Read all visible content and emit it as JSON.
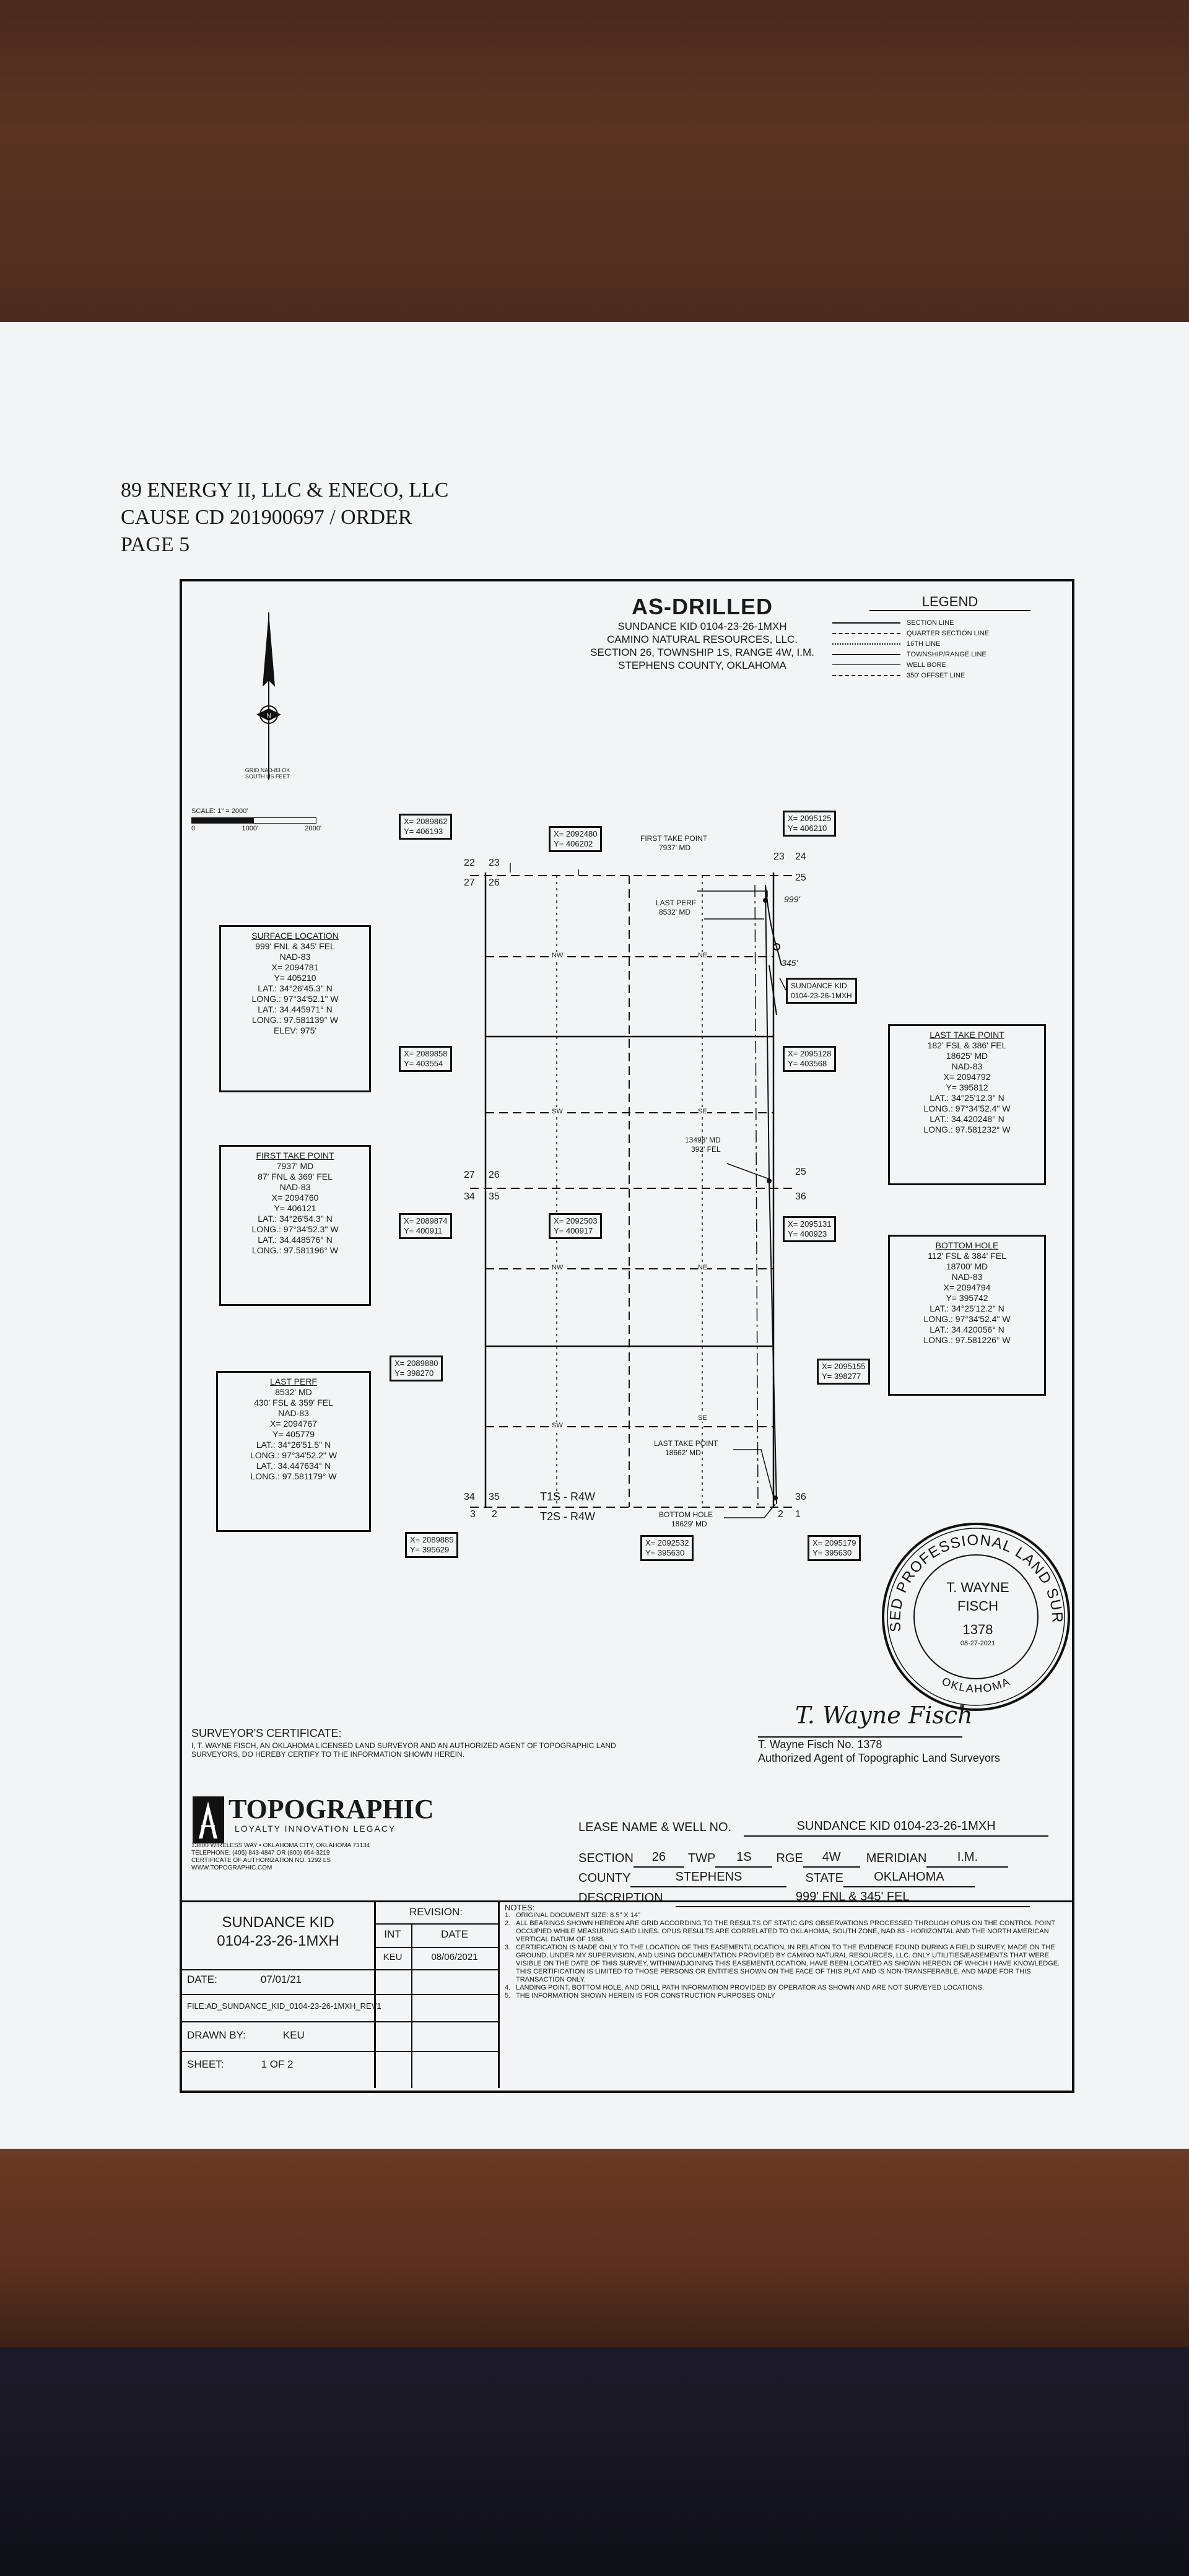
{
  "header": {
    "line1": "89 ENERGY II, LLC & ENECO, LLC",
    "line2": "CAUSE CD 201900697 / ORDER",
    "line3": "PAGE 5"
  },
  "title": {
    "main": "AS-DRILLED",
    "well": "SUNDANCE KID 0104-23-26-1MXH",
    "company": "CAMINO NATURAL RESOURCES, LLC.",
    "location": "SECTION 26, TOWNSHIP 1S, RANGE 4W, I.M.",
    "county": "STEPHENS COUNTY, OKLAHOMA"
  },
  "legend": {
    "title": "LEGEND",
    "items": [
      {
        "label": "SECTION LINE",
        "style": "solid"
      },
      {
        "label": "QUARTER SECTION LINE",
        "style": "dash"
      },
      {
        "label": "16TH LINE",
        "style": "dot"
      },
      {
        "label": "TOWNSHIP/RANGE LINE",
        "style": "solid"
      },
      {
        "label": "WELL BORE",
        "style": "thin"
      },
      {
        "label": "350' OFFSET LINE",
        "style": "dash"
      }
    ]
  },
  "north_arrow": {
    "note": "GRID NAD-83 OK SOUTH US FEET"
  },
  "scale": {
    "label": "SCALE: 1\" = 2000'",
    "ticks": [
      "0",
      "1000'",
      "2000'"
    ]
  },
  "surface_location": {
    "lines": [
      "SURFACE LOCATION",
      "999' FNL & 345' FEL",
      "NAD-83",
      "X= 2094781",
      "Y= 405210",
      "LAT.: 34°26'45.3\" N",
      "LONG.: 97°34'52.1\" W",
      "LAT.: 34.445971° N",
      "LONG.: 97.581139° W",
      "ELEV: 975'"
    ]
  },
  "first_take_point_box": {
    "lines": [
      "FIRST TAKE POINT",
      "7937' MD",
      "87' FNL & 369' FEL",
      "NAD-83",
      "X= 2094760",
      "Y= 406121",
      "LAT.: 34°26'54.3\" N",
      "LONG.: 97°34'52.3\" W",
      "LAT.: 34.448576° N",
      "LONG.: 97.581196° W"
    ]
  },
  "last_perf_box": {
    "lines": [
      "LAST PERF",
      "8532' MD",
      "430' FSL & 359' FEL",
      "NAD-83",
      "X= 2094767",
      "Y= 405779",
      "LAT.: 34°26'51.5\" N",
      "LONG.: 97°34'52.2\" W",
      "LAT.: 34.447634° N",
      "LONG.: 97.581179° W"
    ]
  },
  "last_take_point_box": {
    "lines": [
      "LAST TAKE POINT",
      "182' FSL & 386' FEL",
      "18625' MD",
      "NAD-83",
      "X= 2094792",
      "Y= 395812",
      "LAT.: 34°25'12.3\" N",
      "LONG.: 97°34'52.4\" W",
      "LAT.: 34.420248° N",
      "LONG.: 97.581232° W"
    ]
  },
  "bottom_hole_box": {
    "lines": [
      "BOTTOM HOLE",
      "112' FSL & 384' FEL",
      "18700' MD",
      "NAD-83",
      "X= 2094794",
      "Y= 395742",
      "LAT.: 34°25'12.2\" N",
      "LONG.: 97°34'52.4\" W",
      "LAT.: 34.420056° N",
      "LONG.: 97.581226° W"
    ]
  },
  "coords": [
    {
      "x": "X= 2089862",
      "y": "Y= 406193"
    },
    {
      "x": "X= 2092480",
      "y": "Y= 406202"
    },
    {
      "x": "X= 2095125",
      "y": "Y= 406210"
    },
    {
      "x": "X= 2089858",
      "y": "Y= 403554"
    },
    {
      "x": "X= 2095128",
      "y": "Y= 403568"
    },
    {
      "x": "X= 2089874",
      "y": "Y= 400911"
    },
    {
      "x": "X= 2092503",
      "y": "Y= 400917"
    },
    {
      "x": "X= 2095131",
      "y": "Y= 400923"
    },
    {
      "x": "X= 2089880",
      "y": "Y= 398270"
    },
    {
      "x": "X= 2095155",
      "y": "Y= 398277"
    },
    {
      "x": "X= 2089885",
      "y": "Y= 395629"
    },
    {
      "x": "X= 2092532",
      "y": "Y= 395630"
    },
    {
      "x": "X= 2095179",
      "y": "Y= 395630"
    }
  ],
  "map_labels": {
    "first_take": "FIRST TAKE POINT",
    "first_take_md": "7937' MD",
    "last_perf": "LAST PERF",
    "last_perf_md": "8532' MD",
    "offset_999": "999'",
    "offset_345": "345'",
    "well_tag1": "SUNDANCE KID",
    "well_tag2": "0104-23-26-1MXH",
    "dist1": "13498' MD",
    "dist2": "392' FEL",
    "last_take": "LAST TAKE POINT",
    "last_take_md": "18662' MD",
    "bottom_hole": "BOTTOM HOLE",
    "bottom_hole_md": "18629' MD",
    "nw": "NW",
    "ne": "NE",
    "sw": "SW",
    "se": "SE",
    "t1s": "T1S - R4W",
    "t2s": "T2S - R4W",
    "s22": "22",
    "s23a": "23",
    "s23b": "23",
    "s24": "24",
    "s27a": "27",
    "s26a": "26",
    "s25a": "25",
    "s27b": "27",
    "s26b": "26",
    "s25b": "25",
    "s34a": "34",
    "s35a": "35",
    "s36a": "36",
    "s34b": "34",
    "s35b": "35",
    "s36b": "36",
    "s3": "3",
    "s2a": "2",
    "s2b": "2",
    "s1": "1"
  },
  "seal": {
    "ring_top": "LICENSED PROFESSIONAL LAND SURVEYOR",
    "ring_bottom": "OKLAHOMA",
    "name1": "T. WAYNE",
    "name2": "FISCH",
    "number": "1378",
    "date": "08-27-2021"
  },
  "certificate": {
    "title": "SURVEYOR'S CERTIFICATE:",
    "text": "I, T. WAYNE FISCH, AN OKLAHOMA LICENSED LAND SURVEYOR AND AN AUTHORIZED AGENT OF TOPOGRAPHIC LAND SURVEYORS, DO HEREBY CERTIFY TO THE INFORMATION SHOWN HEREIN.",
    "signature": "T. Wayne Fisch",
    "sig_line1": "T. Wayne Fisch No. 1378",
    "sig_line2": "Authorized Agent of Topographic Land Surveyors"
  },
  "logo": {
    "name": "TOPOGRAPHIC",
    "tagline": "LOYALTY  INNOVATION  LEGACY",
    "address": "13800 WIRELESS WAY • OKLAHOMA CITY, OKLAHOMA 73134",
    "phone": "TELEPHONE: (405) 843-4847 OR (800) 654-3219",
    "cert": "CERTIFICATE OF AUTHORIZATION NO. 1292 LS",
    "web": "WWW.TOPOGRAPHIC.COM"
  },
  "lease": {
    "lease_label": "LEASE NAME & WELL NO.",
    "lease_value": "SUNDANCE KID 0104-23-26-1MXH",
    "section_label": "SECTION",
    "section_value": "26",
    "twp_label": "TWP",
    "twp_value": "1S",
    "rge_label": "RGE",
    "rge_value": "4W",
    "meridian_label": "MERIDIAN",
    "meridian_value": "I.M.",
    "county_label": "COUNTY",
    "county_value": "STEPHENS",
    "state_label": "STATE",
    "state_value": "OKLAHOMA",
    "desc_label": "DESCRIPTION",
    "desc_value": "999' FNL & 345' FEL"
  },
  "table": {
    "well_name1": "SUNDANCE KID",
    "well_name2": "0104-23-26-1MXH",
    "date_label": "DATE:",
    "date_value": "07/01/21",
    "file_label": "FILE:",
    "file_value": "AD_SUNDANCE_KID_0104-23-26-1MXH_REV1",
    "drawn_label": "DRAWN BY:",
    "drawn_value": "KEU",
    "sheet_label": "SHEET:",
    "sheet_value": "1 OF 2",
    "revision_label": "REVISION:",
    "int_label": "INT",
    "date_col": "DATE",
    "rev_int": "KEU",
    "rev_date": "08/06/2021",
    "notes_label": "NOTES:",
    "notes": [
      "ORIGINAL DOCUMENT SIZE: 8.5\" X 14\"",
      "ALL BEARINGS SHOWN HEREON ARE GRID ACCORDING TO THE RESULTS OF STATIC GPS OBSERVATIONS PROCESSED THROUGH OPUS ON THE CONTROL POINT OCCUPIED WHILE MEASURING SAID LINES. OPUS RESULTS ARE CORRELATED TO OKLAHOMA, SOUTH ZONE, NAD 83 - HORIZONTAL AND THE NORTH AMERICAN VERTICAL DATUM OF 1988.",
      "CERTIFICATION IS MADE ONLY TO THE LOCATION OF THIS EASEMENT/LOCATION, IN RELATION TO THE EVIDENCE FOUND DURING A FIELD SURVEY, MADE ON THE GROUND, UNDER MY SUPERVISION, AND USING DOCUMENTATION PROVIDED BY CAMINO NATURAL RESOURCES, LLC. ONLY UTILITIES/EASEMENTS THAT WERE VISIBLE ON THE DATE OF THIS SURVEY, WITHIN/ADJOINING THIS EASEMENT/LOCATION, HAVE BEEN LOCATED AS SHOWN HEREON OF WHICH I HAVE KNOWLEDGE. THIS CERTIFICATION IS LIMITED TO THOSE PERSONS OR ENTITIES SHOWN ON THE FACE OF THIS PLAT AND IS NON-TRANSFERABLE, AND MADE FOR THIS TRANSACTION ONLY.",
      "LANDING POINT, BOTTOM HOLE, AND DRILL PATH INFORMATION PROVIDED BY OPERATOR AS SHOWN AND ARE NOT SURVEYED LOCATIONS.",
      "THE INFORMATION SHOWN HEREIN IS FOR CONSTRUCTION PURPOSES ONLY"
    ]
  }
}
